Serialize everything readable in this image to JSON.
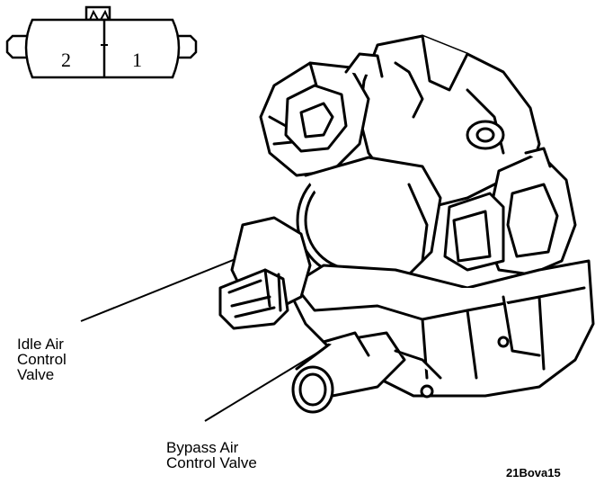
{
  "connector": {
    "pin_left": "2",
    "pin_right": "1"
  },
  "labels": {
    "idle_air_control_valve": [
      "Idle Air",
      "Control",
      "Valve"
    ],
    "bypass_air_control_valve": [
      "Bypass Air",
      "Control Valve"
    ]
  },
  "figure_code": "21Bova15",
  "colors": {
    "ink": "#000000",
    "paper": "#ffffff"
  }
}
